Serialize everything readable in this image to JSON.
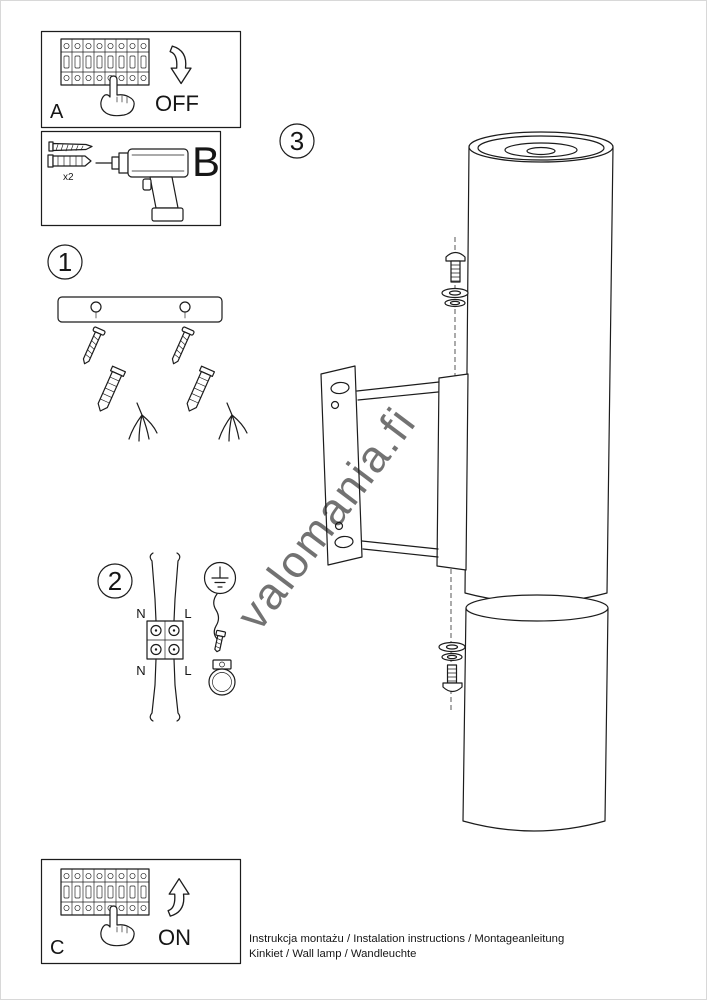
{
  "colors": {
    "ink": "#1c1c1c",
    "watermark": "#c4c4c4"
  },
  "watermark": {
    "text": "valomania.fi"
  },
  "power_off_step": {
    "label": "A",
    "switch_state": "OFF"
  },
  "tools_step": {
    "label": "B",
    "anchor_quantity": "x2"
  },
  "step1": {
    "number": "1"
  },
  "step2": {
    "number": "2",
    "wire_labels": {
      "top_left": "N",
      "top_right": "L",
      "bottom_left": "N",
      "bottom_right": "L"
    }
  },
  "step3": {
    "number": "3"
  },
  "power_on_step": {
    "label": "C",
    "switch_state": "ON"
  },
  "footer": {
    "line1": "Instrukcja montażu / Instalation instructions / Montageanleitung",
    "line2": "Kinkiet / Wall lamp / Wandleuchte"
  }
}
